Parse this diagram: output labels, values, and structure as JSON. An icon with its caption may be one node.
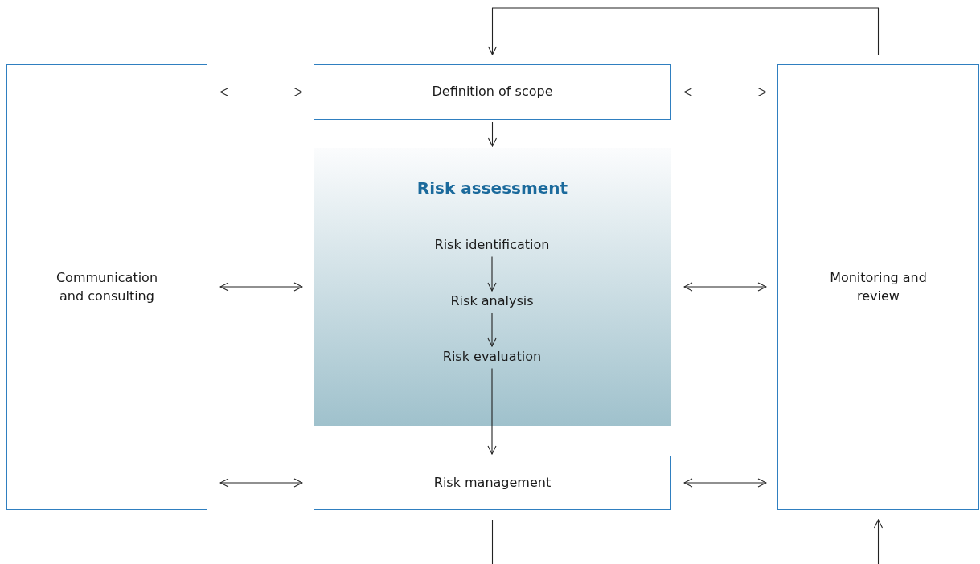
{
  "diagram": {
    "nodes": [
      {
        "text": [
          "Communication and consulting"
        ]
      },
      {
        "text": [
          "Definition of scope"
        ]
      },
      {
        "text": [
          "Risk assessment"
        ]
      },
      {
        "text": [
          "Risk identification"
        ],
        "in": 2
      },
      {
        "text": [
          "Risk analysis"
        ],
        "in": 2
      },
      {
        "text": [
          "Risk evaluation"
        ],
        "in": 2
      },
      {
        "text": [
          "Risk management"
        ]
      },
      {
        "text": [
          "Monitoring and review"
        ]
      }
    ],
    "edges": [
      {
        "from": 0,
        "to": 1,
        "arrow": "both"
      },
      {
        "from": 0,
        "to": 2,
        "arrow": "both"
      },
      {
        "from": 0,
        "to": 6,
        "arrow": "both"
      },
      {
        "from": 1,
        "to": 7,
        "arrow": "both"
      },
      {
        "from": 2,
        "to": 7,
        "arrow": "both"
      },
      {
        "from": 6,
        "to": 7,
        "arrow": "both"
      },
      {
        "from": 7,
        "to": 1,
        "arrow": "to"
      },
      {
        "from": 1,
        "to": 2,
        "arrow": "to"
      },
      {
        "from": 3,
        "to": 4,
        "arrow": "to"
      },
      {
        "from": 4,
        "to": 5,
        "arrow": "to"
      },
      {
        "from": 5,
        "to": 6,
        "arrow": "to"
      },
      {
        "from": 6,
        "to": null,
        "arrow": "none"
      },
      {
        "from": null,
        "to": 7,
        "arrow": "to"
      }
    ]
  }
}
